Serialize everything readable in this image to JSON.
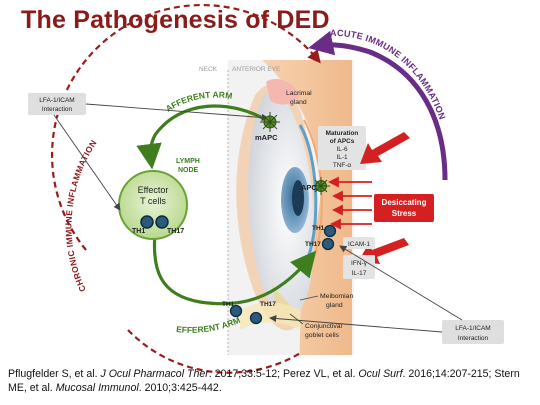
{
  "title": "The Pathogenesis of DED",
  "labels": {
    "neck": "NECK",
    "anterior_eye": "ANTERIOR EYE",
    "chronic": "CHRONIC IMMUNE INFLAMMATION",
    "acute": "ACUTE IMMUNE INFLAMMATION",
    "afferent": "AFFERENT ARM",
    "efferent": "EFFERENT ARM",
    "lymph_node_1": "LYMPH",
    "lymph_node_2": "NODE",
    "effector_1": "Effector",
    "effector_2": "T cells",
    "th1": "TH1",
    "th17": "TH17",
    "lfa_top_1": "LFA-1/ICAM",
    "lfa_top_2": "Interaction",
    "lfa_bottom_1": "LFA-1/ICAM",
    "lfa_bottom_2": "Interaction",
    "lacrimal_1": "Lacrimal",
    "lacrimal_2": "gland",
    "mapc": "mAPC",
    "apc": "APC",
    "maturation_1": "Maturation",
    "maturation_2": "of APCs",
    "il6": "IL-6",
    "il1": "IL-1",
    "tnf": "TNF-α",
    "desiccating_1": "Desiccating",
    "desiccating_2": "Stress",
    "icam": "ICAM-1",
    "ifn": "IFN-γ",
    "il17": "IL-17",
    "meibomian_1": "Meibomian",
    "meibomian_2": "gland",
    "conj_1": "Conjunctival",
    "conj_2": "goblet cells"
  },
  "citation": {
    "a1": "Pflugfelder S, et al. ",
    "j1": "J Ocul Pharmacol Ther",
    "r1": ". 2017;33:5-12; Perez VL, et al. ",
    "j2": "Ocul Surf",
    "r2": ". 2016;14:207-215; Stern ME, et al. ",
    "j3": "Mucosal Immunol",
    "r3": ". 2010;3:425-442."
  },
  "colors": {
    "title": "#8b1a1a",
    "green_arrow": "#3e7e1f",
    "purple_arrow": "#6a2c86",
    "red_arrow": "#d42020",
    "dashed_circle": "#9b1c1c"
  }
}
